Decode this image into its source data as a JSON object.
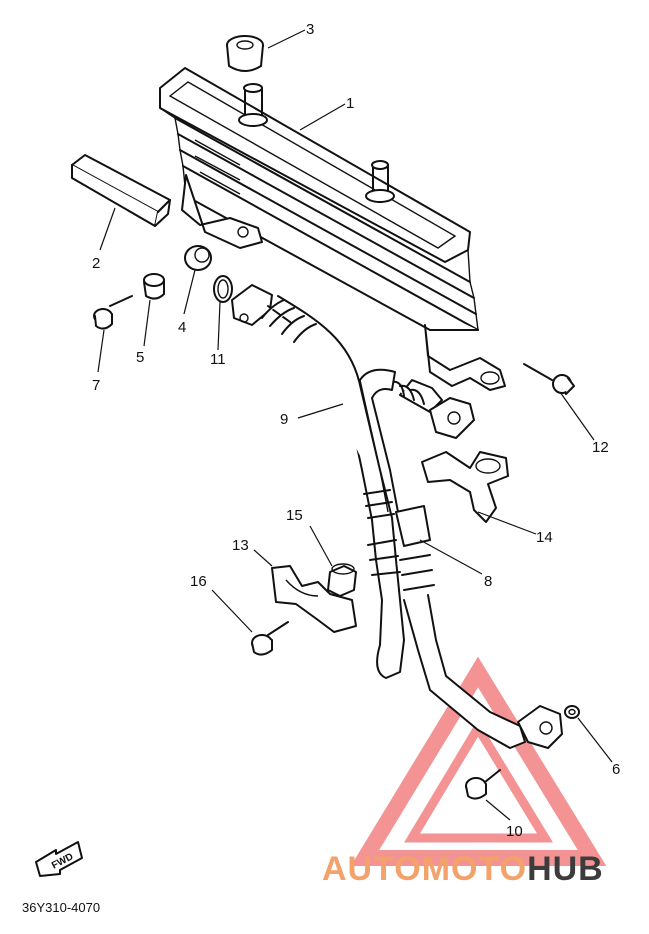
{
  "diagram": {
    "part_labels": {
      "p1": "1",
      "p2": "2",
      "p3": "3",
      "p4": "4",
      "p5": "5",
      "p6": "6",
      "p7": "7",
      "p8": "8",
      "p9": "9",
      "p10": "10",
      "p11": "11",
      "p12": "12",
      "p13": "13",
      "p14": "14",
      "p15": "15",
      "p16": "16"
    },
    "diagram_code": "36Y310-4070",
    "fwd_label": "FWD"
  },
  "watermark": {
    "part_orange": "AUTOMOTO",
    "part_dark": "HUB",
    "color_orange": "#f2a26a",
    "color_dark": "#3c3c3c",
    "triangle_color": "#f07070"
  }
}
